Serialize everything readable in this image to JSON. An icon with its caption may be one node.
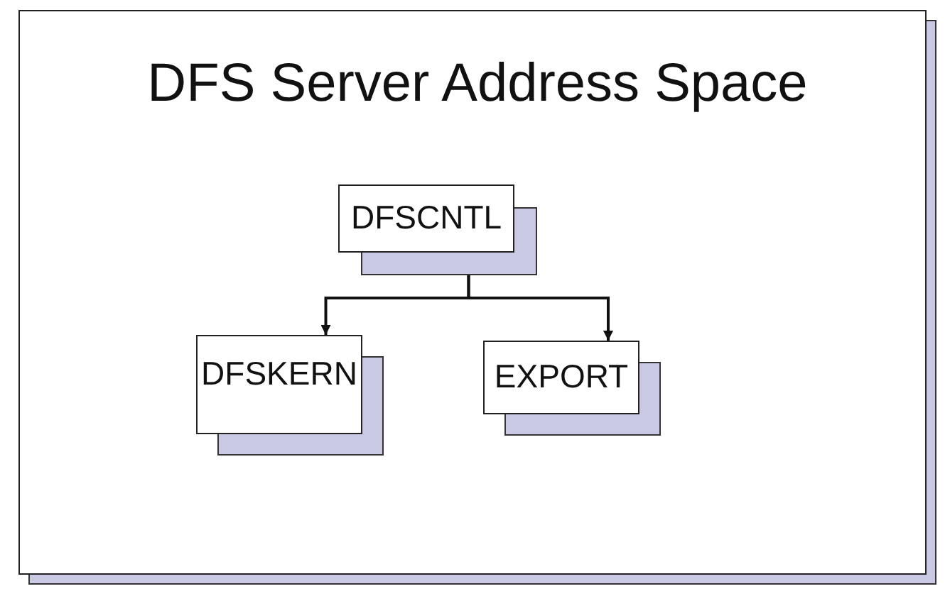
{
  "diagram": {
    "nodes": [
      {
        "text": [
          "DFS Server Address Space"
        ]
      },
      {
        "text": [
          "DFSCNTL"
        ],
        "in": 0
      },
      {
        "text": [
          "DFSKERN"
        ],
        "in": 0
      },
      {
        "text": [
          "EXPORT"
        ],
        "in": 0
      }
    ],
    "edges": [
      {
        "from": 1,
        "to": 2,
        "arrow": "to"
      },
      {
        "from": 1,
        "to": 3,
        "arrow": "to"
      }
    ]
  }
}
